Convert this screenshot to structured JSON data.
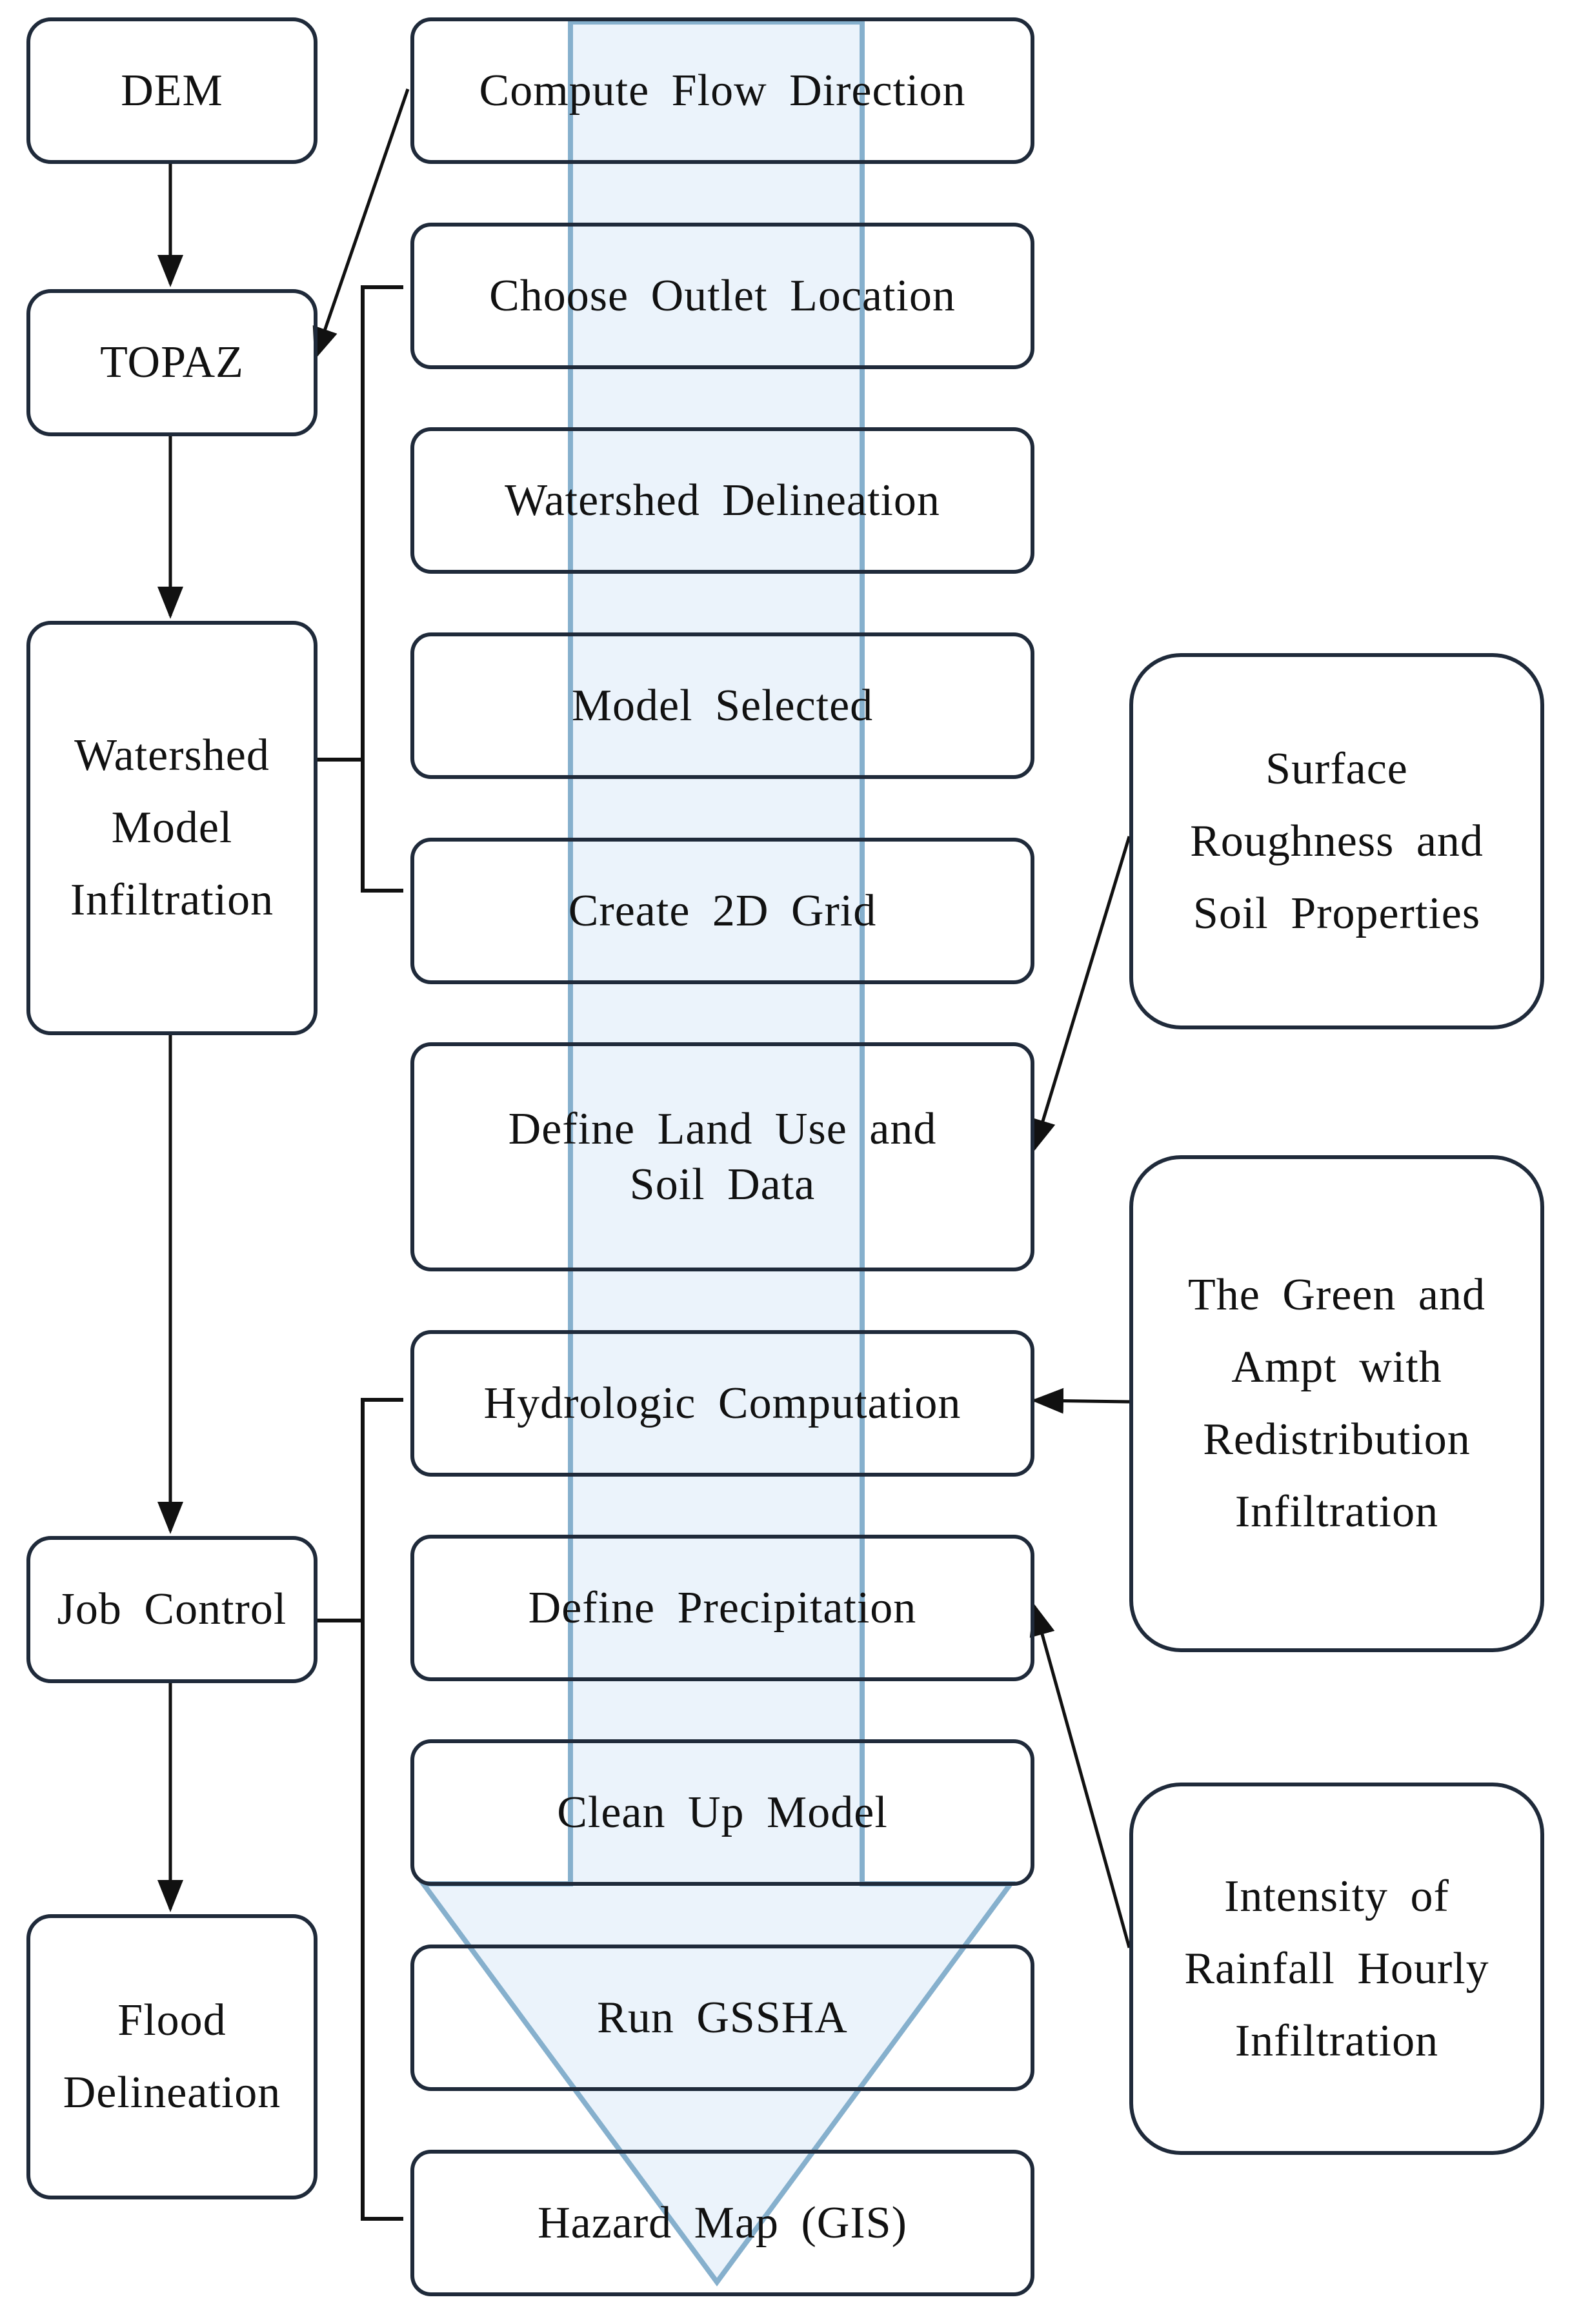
{
  "left_column": [
    {
      "id": "dem",
      "label": "DEM"
    },
    {
      "id": "topaz",
      "label": "TOPAZ"
    },
    {
      "id": "watershed_model",
      "label": "Watershed\nModel\nInfiltration"
    },
    {
      "id": "job_control",
      "label": "Job Control"
    },
    {
      "id": "flood_delineation",
      "label": "Flood\nDelineation"
    }
  ],
  "center_column": [
    {
      "id": "compute_flow_direction",
      "label": "Compute Flow Direction"
    },
    {
      "id": "choose_outlet_location",
      "label": "Choose Outlet Location"
    },
    {
      "id": "watershed_delineation",
      "label": "Watershed Delineation"
    },
    {
      "id": "model_selected",
      "label": "Model Selected"
    },
    {
      "id": "create_2d_grid",
      "label": "Create 2D Grid"
    },
    {
      "id": "define_land_use",
      "label": "Define Land Use and\nSoil Data"
    },
    {
      "id": "hydrologic_computation",
      "label": "Hydrologic Computation"
    },
    {
      "id": "define_precipitation",
      "label": "Define Precipitation"
    },
    {
      "id": "clean_up_model",
      "label": "Clean Up Model"
    },
    {
      "id": "run_gssha",
      "label": "Run GSSHA"
    },
    {
      "id": "hazard_map",
      "label": "Hazard Map (GIS)"
    }
  ],
  "right_column": [
    {
      "id": "surface_roughness",
      "label": "Surface\nRoughness and\nSoil Properties"
    },
    {
      "id": "green_ampt",
      "label": "The Green and\nAmpt with\nRedistribution\nInfiltration"
    },
    {
      "id": "intensity_rainfall",
      "label": "Intensity of\nRainfall Hourly\nInfiltration"
    }
  ],
  "colors": {
    "box_border": "#1f2a3a",
    "arrow_fill": "#ebf3fb",
    "arrow_stroke": "#86b0cd",
    "connector": "#111111"
  }
}
